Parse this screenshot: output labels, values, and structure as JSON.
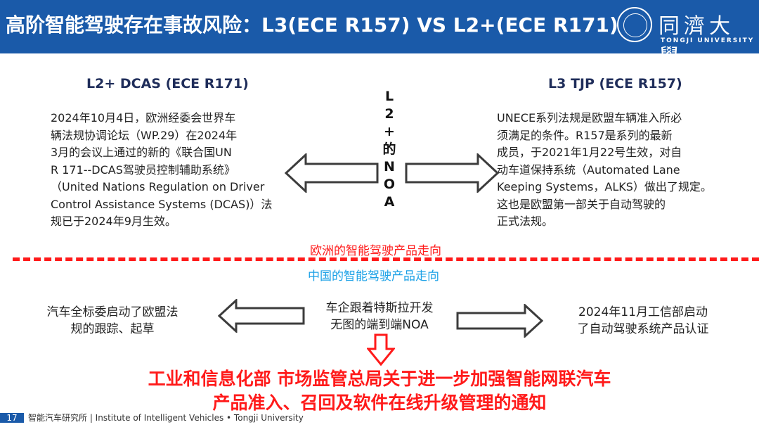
{
  "header": {
    "title": "高阶智能驾驶存在事故风险：L3(ECE R157) VS L2+(ECE R171)",
    "logo_cn": "同濟大學",
    "logo_en": "TONGJI UNIVERSITY"
  },
  "left": {
    "heading": "L2+ DCAS (ECE R171)",
    "lines": [
      "2024年10月4日，欧洲经委会世界车",
      "辆法规协调论坛（WP.29）在2024年",
      "3月的会议上通过的新的《联合国UN",
      "R 171--DCAS驾驶员控制辅助系统》",
      "（United Nations Regulation on Driver",
      "Control Assistance Systems (DCAS)）法",
      "规已于2024年9月生效。"
    ]
  },
  "right": {
    "heading": "L3 TJP (ECE R157)",
    "lines": [
      "UNECE系列法规是欧盟车辆准入所必",
      "须满足的条件。R157是系列的最新",
      "成员，于2021年1月22号生效，对自",
      "动车道保持系统（Automated Lane",
      "Keeping Systems，ALKS）做出了规定。",
      "这也是欧盟第一部关于自动驾驶的",
      "正式法规。"
    ]
  },
  "center": {
    "chars": [
      "L",
      "2",
      "+",
      "的",
      "N",
      "O",
      "A"
    ]
  },
  "divider": {
    "europe": "欧洲的智能驾驶产品走向",
    "china": "中国的智能驾驶产品走向"
  },
  "bottom": {
    "left": [
      "汽车全标委启动了欧盟法",
      "规的跟踪、起草"
    ],
    "middle": [
      "车企跟着特斯拉开发",
      "无图的端到端NOA"
    ],
    "right": [
      "2024年11月工信部启动",
      "了自动驾驶系统产品认证"
    ],
    "notice": [
      "工业和信息化部 市场监管总局关于进一步加强智能网联汽车",
      "产品准入、召回及软件在线升级管理的通知"
    ]
  },
  "footer": {
    "page": "17",
    "text": "智能汽车研究所 | Institute of Intelligent Vehicles • Tongji University"
  }
}
